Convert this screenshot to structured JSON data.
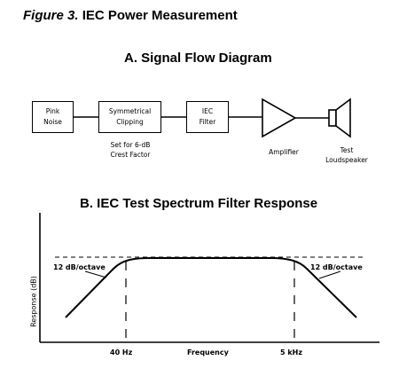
{
  "figure": {
    "label": "Figure 3.",
    "title": "IEC Power Measurement"
  },
  "section_a": {
    "title": "A.   Signal Flow Diagram",
    "blocks": [
      "Pink\nNoise",
      "Symmetrical\nClipping",
      "IEC\nFilter"
    ],
    "clipping_note": "Set for 6-dB\nCrest Factor",
    "amplifier_label": "Amplifier",
    "loudspeaker_label": "Test\nLoudspeaker"
  },
  "section_b": {
    "title": "B. IEC Test Spectrum Filter Response",
    "y_label": "Response (dB)",
    "x_label": "Frequency",
    "tick_40hz": "40 Hz",
    "tick_5khz": "5 kHz",
    "slope_left": "12 dB/octave",
    "slope_right": "12 dB/octave"
  }
}
